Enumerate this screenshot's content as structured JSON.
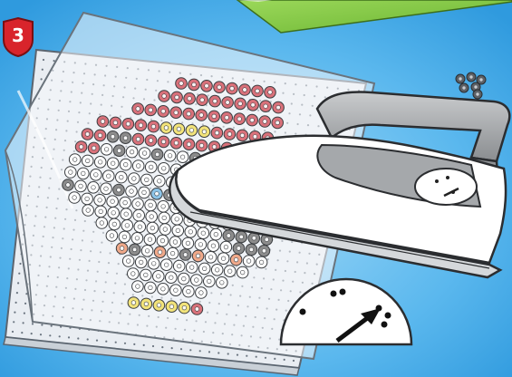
{
  "instruction_step": {
    "number": "3"
  },
  "colors": {
    "background": "#3aa9e6",
    "badge": "#d8242b",
    "pegboard": "#e9edf2",
    "ironing_paper": "#f5f8fb",
    "iron_handle": "#9ea1a5",
    "iron_body": "#ffffff",
    "bead_pink": "#d9717a",
    "bead_white": "#ffffff",
    "bead_gray": "#8c8c8c",
    "bead_yellow": "#f2e37a",
    "bead_blue": "#8cc4e8",
    "bead_peach": "#f0a98a",
    "green_box": "#7cc63c"
  },
  "icons": {
    "step_badge": "shield-badge-icon",
    "iron": "clothes-iron-icon",
    "temperature_dial": "iron-temperature-dial-icon",
    "loose_beads": "loose-beads-icon"
  },
  "temperature_setting": {
    "dots_on_dial": 3,
    "indicator": "arrow-pointing-to-three-dots"
  }
}
